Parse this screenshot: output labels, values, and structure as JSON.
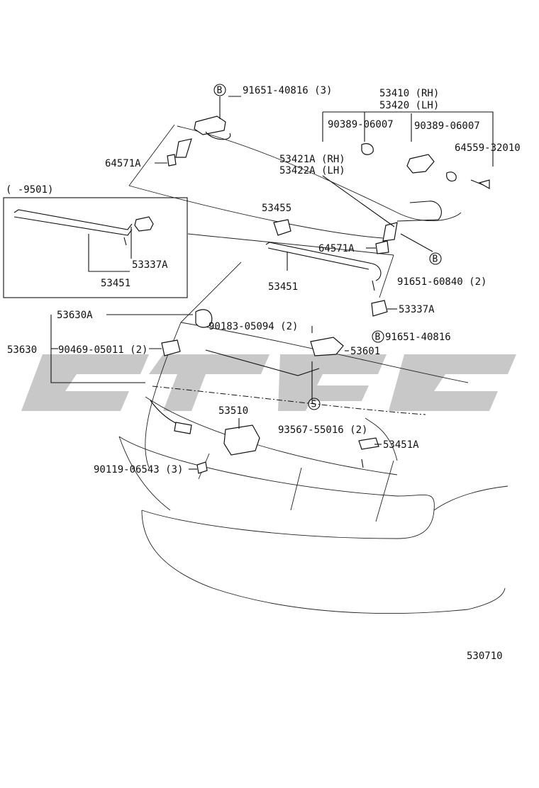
{
  "diagram_id": "530710",
  "variant_note": "(      -9501)",
  "markers": {
    "b": "B",
    "s": "S"
  },
  "parts": {
    "p91651_40816_3": "91651-40816 (3)",
    "p53410": "53410 (RH)",
    "p53420": "53420 (LH)",
    "p90389_a": "90389-06007",
    "p90389_b": "90389-06007",
    "p64559": "64559-32010",
    "p53421A": "53421A (RH)",
    "p53422A": "53422A (LH)",
    "p64571A_top": "64571A",
    "p53455": "53455",
    "p64571A_mid": "64571A",
    "p91651_60840": "91651-60840 (2)",
    "p53451_box": "53451",
    "p53337A_box": "53337A",
    "p53451_mid": "53451",
    "p53337A": "53337A",
    "p53630A": "53630A",
    "p90183": "90183-05094 (2)",
    "p91651_40816": "91651-40816",
    "p53630": "53630",
    "p90469": "90469-05011 (2)",
    "p53601": "53601",
    "p53510": "53510",
    "p93567": "93567-55016 (2)",
    "p53451A": "53451A",
    "p90119": "90119-06543 (3)"
  }
}
